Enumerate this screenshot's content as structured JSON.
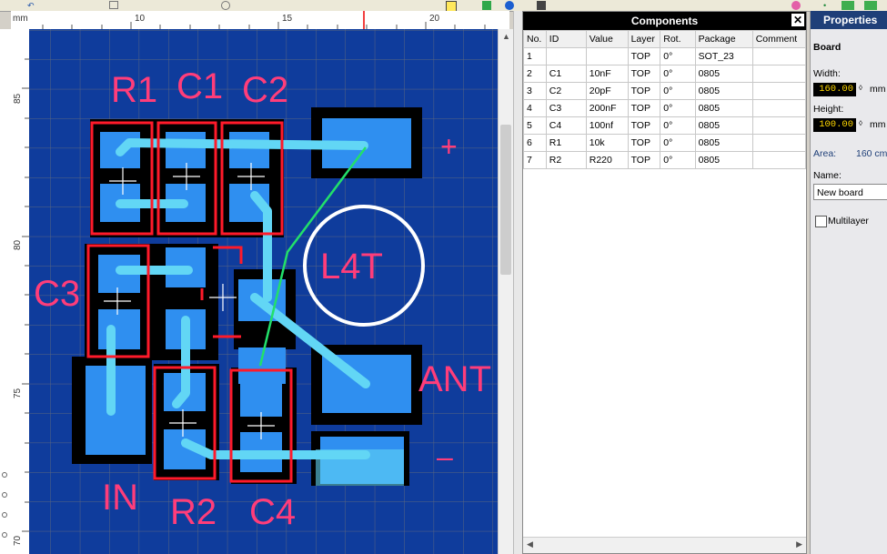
{
  "toolbar": {
    "icons": [
      "undo-icon",
      "redo-icon",
      "cut-icon",
      "copy-icon",
      "paste-icon",
      "delete-icon",
      "rotate-icon",
      "mirror-icon",
      "group-icon",
      "ungroup-icon",
      "zoom-icon",
      "component-icon",
      "info-icon",
      "highlight-icon",
      "color-icon",
      "tree-icon",
      "chip-icon"
    ]
  },
  "ruler": {
    "unit": "mm",
    "x_labels": [
      "10",
      "15",
      "20"
    ],
    "y_labels": [
      "85",
      "80",
      "75",
      "70"
    ]
  },
  "pcb": {
    "silk_labels": [
      "R1",
      "C1",
      "C2",
      "C3",
      "L4T",
      "ANT",
      "IN",
      "R2",
      "C4"
    ],
    "plus_label": "+",
    "minus_label": "–",
    "colors": {
      "board": "#0f3c9c",
      "copper": "#2f8ff0",
      "trace": "#62d6f5",
      "silk": "#ff3d7a",
      "outline": "#ff1a2a",
      "ratsnest": "#22e06a",
      "ground": "#000000"
    }
  },
  "components_panel": {
    "title": "Components",
    "columns": [
      "No.",
      "ID",
      "Value",
      "Layer",
      "Rot.",
      "Package",
      "Comment"
    ],
    "rows": [
      [
        "1",
        "",
        "",
        "TOP",
        "0°",
        "SOT_23",
        ""
      ],
      [
        "2",
        "C1",
        "10nF",
        "TOP",
        "0°",
        "0805",
        ""
      ],
      [
        "3",
        "C2",
        "20pF",
        "TOP",
        "0°",
        "0805",
        ""
      ],
      [
        "4",
        "C3",
        "200nF",
        "TOP",
        "0°",
        "0805",
        ""
      ],
      [
        "5",
        "C4",
        "100nf",
        "TOP",
        "0°",
        "0805",
        ""
      ],
      [
        "6",
        "R1",
        "10k",
        "TOP",
        "0°",
        "0805",
        ""
      ],
      [
        "7",
        "R2",
        "R220",
        "TOP",
        "0°",
        "0805",
        ""
      ]
    ]
  },
  "properties_panel": {
    "title": "Properties",
    "section": "Board",
    "width_label": "Width:",
    "width_value": "160.00",
    "height_label": "Height:",
    "height_value": "100.00",
    "unit": "mm",
    "area_label": "Area:",
    "area_value": "160 cm",
    "name_label": "Name:",
    "name_value": "New board",
    "multilayer_label": "Multilayer",
    "multilayer_checked": false
  }
}
